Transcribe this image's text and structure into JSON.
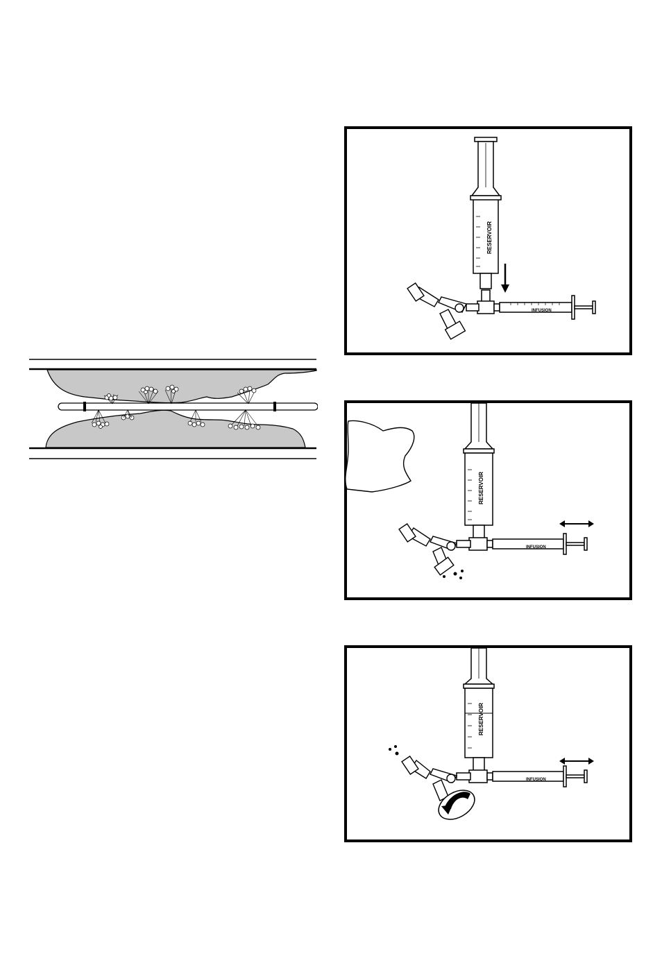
{
  "page": {
    "background": "#ffffff",
    "ink": "#000000",
    "tissue_fill": "#c8c8c8"
  },
  "figures": [
    {
      "id": "reservoir-attach",
      "reservoir_label": "RESERVOIR",
      "infusion_label": "INFUSION",
      "icons": [
        "down-arrow-icon"
      ]
    },
    {
      "id": "agitate-syringes",
      "reservoir_label": "RESERVOIR",
      "infusion_label": "INFUSION",
      "icons": [
        "double-arrow-icon",
        "droplet-icon"
      ]
    },
    {
      "id": "rotate-connector",
      "reservoir_label": "RESERVOIR",
      "infusion_label": "INFUSION",
      "icons": [
        "double-arrow-icon",
        "droplet-icon",
        "rotation-arrow-icon"
      ]
    }
  ]
}
